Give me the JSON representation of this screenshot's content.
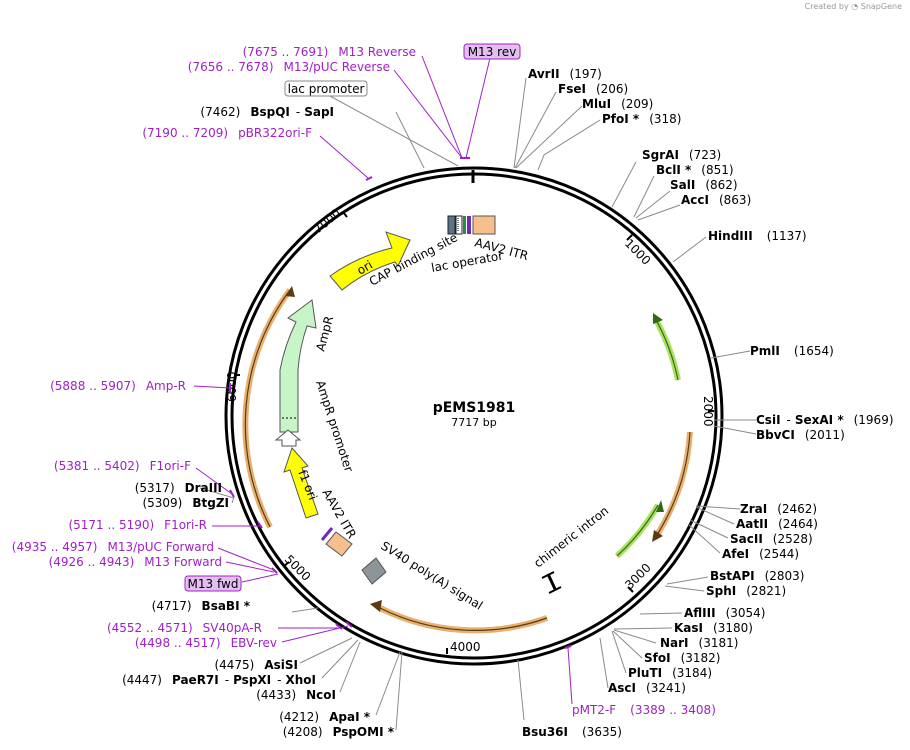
{
  "credit": {
    "text": "Created by",
    "logo": "SnapGene"
  },
  "plasmid": {
    "name": "pEMS1981",
    "size": "7717 bp"
  },
  "ticks": [
    "1000",
    "2000",
    "3000",
    "4000",
    "5000",
    "6000",
    "7000"
  ],
  "sites": [
    {
      "name": "AvrII",
      "pos": "(197)"
    },
    {
      "name": "FseI",
      "pos": "(206)"
    },
    {
      "name": "MluI",
      "pos": "(209)"
    },
    {
      "name": "PfoI *",
      "pos": "(318)"
    },
    {
      "name": "SgrAI",
      "pos": "(723)"
    },
    {
      "name": "BclI *",
      "pos": "(851)"
    },
    {
      "name": "SalI",
      "pos": "(862)"
    },
    {
      "name": "AccI",
      "pos": "(863)"
    },
    {
      "name": "HindIII",
      "pos": "(1137)"
    },
    {
      "name": "PmlI",
      "pos": "(1654)"
    },
    {
      "name": "CsiI",
      "name2": "SexAI *",
      "pos": "(1969)"
    },
    {
      "name": "BbvCI",
      "pos": "(2011)"
    },
    {
      "name": "ZraI",
      "pos": "(2462)"
    },
    {
      "name": "AatII",
      "pos": "(2464)"
    },
    {
      "name": "SacII",
      "pos": "(2528)"
    },
    {
      "name": "AfeI",
      "pos": "(2544)"
    },
    {
      "name": "BstAPI",
      "pos": "(2803)"
    },
    {
      "name": "SphI",
      "pos": "(2821)"
    },
    {
      "name": "AflIII",
      "pos": "(3054)"
    },
    {
      "name": "KasI",
      "pos": "(3180)"
    },
    {
      "name": "NarI",
      "pos": "(3181)"
    },
    {
      "name": "SfoI",
      "pos": "(3182)"
    },
    {
      "name": "PluTI",
      "pos": "(3184)"
    },
    {
      "name": "AscI",
      "pos": "(3241)"
    },
    {
      "name": "Bsu36I",
      "pos": "(3635)"
    },
    {
      "name": "PspOMI *",
      "pos": "(4208)"
    },
    {
      "name": "ApaI *",
      "pos": "(4212)"
    },
    {
      "name": "NcoI",
      "pos": "(4433)"
    },
    {
      "name": "PaeR7I",
      "name2": "PspXI",
      "name3": "XhoI",
      "pos": "(4447)"
    },
    {
      "name": "AsiSI",
      "pos": "(4475)"
    },
    {
      "name": "BsaBI *",
      "pos": "(4717)"
    },
    {
      "name": "BtgZI",
      "pos": "(5309)"
    },
    {
      "name": "DraIII",
      "pos": "(5317)"
    },
    {
      "name": "BspQI",
      "name2": "SapI",
      "pos": "(7462)"
    }
  ],
  "primers": [
    {
      "name": "M13 Reverse",
      "range": "(7675 .. 7691)"
    },
    {
      "name": "M13/pUC Reverse",
      "range": "(7656 .. 7678)"
    },
    {
      "name": "pBR322ori-F",
      "range": "(7190 .. 7209)"
    },
    {
      "name": "Amp-R",
      "range": "(5888 .. 5907)"
    },
    {
      "name": "F1ori-F",
      "range": "(5381 .. 5402)"
    },
    {
      "name": "F1ori-R",
      "range": "(5171 .. 5190)"
    },
    {
      "name": "M13/pUC Forward",
      "range": "(4935 .. 4957)"
    },
    {
      "name": "M13 Forward",
      "range": "(4926 .. 4943)"
    },
    {
      "name": "SV40pA-R",
      "range": "(4552 .. 4571)"
    },
    {
      "name": "EBV-rev",
      "range": "(4498 .. 4517)"
    },
    {
      "name": "pMT2-F",
      "range": "(3389 .. 3408)"
    }
  ],
  "boxed_labels": {
    "m13_rev": "M13 rev",
    "lac_promoter": "lac promoter",
    "m13_fwd": "M13 fwd"
  },
  "features": {
    "cap_binding_site": "CAP binding site",
    "lac_operator": "lac operator",
    "aav2_itr_top": "AAV2 ITR",
    "aav2_itr_bottom": "AAV2 ITR",
    "ori": "ori",
    "ampr": "AmpR",
    "ampr_promoter": "AmpR promoter",
    "f1_ori": "f1 ori",
    "sv40_polya": "SV40 poly(A) signal",
    "chimeric_intron": "chimeric intron"
  },
  "colors": {
    "enzyme_text": "#000000",
    "primer_text": "#a020c8",
    "primer_box_fill": "#e3bff0",
    "ori_fill": "#ffff00",
    "ampr_fill": "#c8f5c8",
    "orf_fill": "#e8b070",
    "orf_stroke": "#d09040",
    "green_arrow": "#3a8a1a",
    "itr_fill": "#f6c08e",
    "sv40_fill": "#8c959a",
    "ring": "#000000"
  }
}
